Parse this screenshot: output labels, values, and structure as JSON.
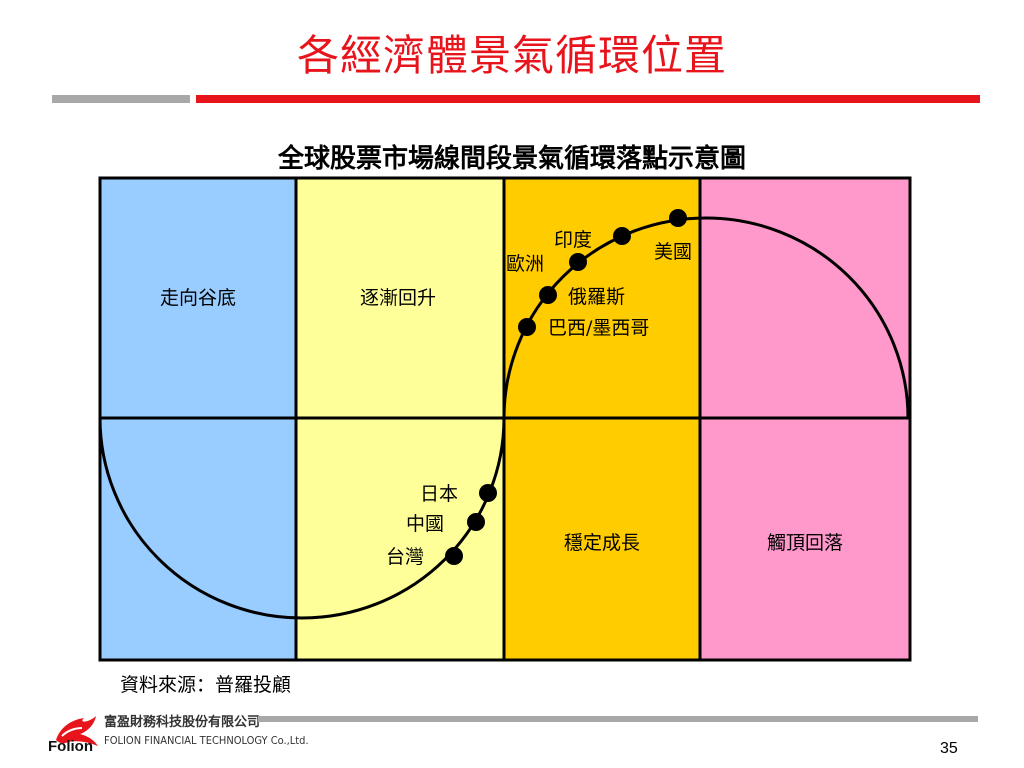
{
  "title": "各經濟體景氣循環位置",
  "subtitle": "全球股票市場線間段景氣循環落點示意圖",
  "panels": {
    "bottom_reach": "走向谷底",
    "gradual_rise": "逐漸回升",
    "stable_growth": "穩定成長",
    "peak_decline": "觸頂回落"
  },
  "countries": {
    "india": "印度",
    "usa": "美國",
    "europe": "歐洲",
    "russia": "俄羅斯",
    "brazil_mexico": "巴西/墨西哥",
    "japan": "日本",
    "china": "中國",
    "taiwan": "台灣"
  },
  "source": "資料來源：普羅投顧",
  "footer": {
    "company_zh": "富盈財務科技股份有限公司",
    "company_en": "FOLION FINANCIAL TECHNOLOGY Co.,Ltd.",
    "brand": "Folion",
    "page_number": "35"
  },
  "colors": {
    "title": "#e8141c",
    "blue_panel": "#99ccff",
    "yellow_panel": "#ffff99",
    "gold_panel": "#ffcc00",
    "pink_panel": "#ff99cc"
  }
}
